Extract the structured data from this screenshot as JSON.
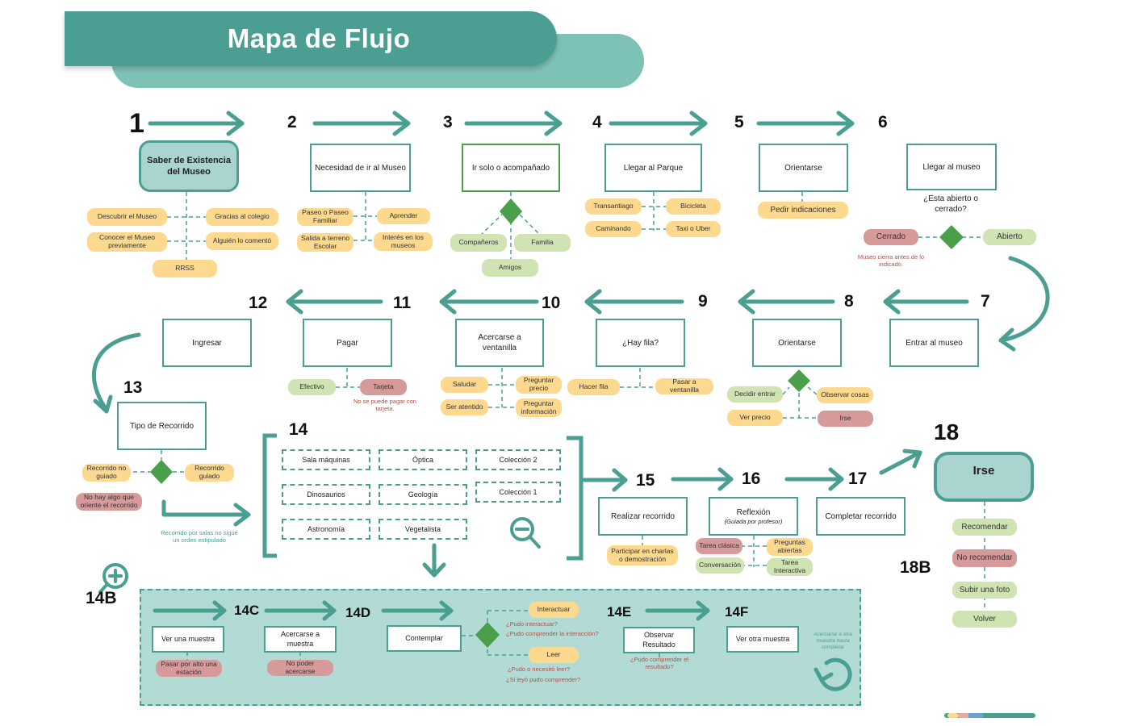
{
  "title": "Mapa de Flujo",
  "colors": {
    "teal": "#4a9f92",
    "light_teal": "#a9d4cf",
    "region": "#b3dbd6",
    "yellow": "#fcd98f",
    "green_pill": "#cfe3b3",
    "red_pill": "#d79a9a",
    "diamond": "#4aa04a"
  },
  "steps": {
    "s1": {
      "num": "1",
      "label": "Saber de Existencia del Museo"
    },
    "s2": {
      "num": "2",
      "label": "Necesidad de ir al Museo"
    },
    "s3": {
      "num": "3",
      "label": "Ir solo o acompañado"
    },
    "s4": {
      "num": "4",
      "label": "Llegar al Parque"
    },
    "s5": {
      "num": "5",
      "label": "Orientarse"
    },
    "s6": {
      "num": "6",
      "label": "Llegar al museo"
    },
    "s7": {
      "num": "7",
      "label": "Entrar al museo"
    },
    "s8": {
      "num": "8",
      "label": "Orientarse"
    },
    "s9": {
      "num": "9",
      "label": "¿Hay fila?"
    },
    "s10": {
      "num": "10",
      "label": "Acercarse a ventanilla"
    },
    "s11": {
      "num": "11",
      "label": "Pagar"
    },
    "s12": {
      "num": "12",
      "label": "Ingresar"
    },
    "s13": {
      "num": "13",
      "label": "Tipo de Recorrido"
    },
    "s14": {
      "num": "14"
    },
    "s15": {
      "num": "15",
      "label": "Realizar recorrido"
    },
    "s16": {
      "num": "16",
      "label": "Reflexión",
      "sub": "(Guiada por profesor)"
    },
    "s17": {
      "num": "17",
      "label": "Completar recorrido"
    },
    "s18": {
      "num": "18",
      "label": "Irse"
    },
    "s18b": {
      "num": "18B"
    },
    "s14b": {
      "num": "14B"
    },
    "s14c": {
      "num": "14C",
      "label": "Ver una muestra"
    },
    "s14c2": {
      "label": "Acercarse a muestra"
    },
    "s14d": {
      "num": "14D",
      "label": "Contemplar"
    },
    "s14e": {
      "num": "14E",
      "label": "Observar Resultado"
    },
    "s14f": {
      "num": "14F",
      "label": "Ver otra muestra"
    }
  },
  "pills": {
    "p1a": "Descubrir el Museo",
    "p1b": "Gracias al colegio",
    "p1c": "Conocer el Museo previamente",
    "p1d": "Alguién lo comentó",
    "p1e": "RRSS",
    "p2a": "Paseo o Paseo Familiar",
    "p2b": "Aprender",
    "p2c": "Salida a terreno Escolar",
    "p2d": "Interés en los museos",
    "p3a": "Compañeros",
    "p3b": "Familia",
    "p3c": "Amigos",
    "p4a": "Transantiago",
    "p4b": "Bicicleta",
    "p4c": "Caminando",
    "p4d": "Taxi o Uber",
    "p5a": "Pedir indicaciones",
    "p6a": "Cerrado",
    "p6b": "Abierto",
    "p8a": "Decidir entrar",
    "p8b": "Observar cosas",
    "p8c": "Ver precio",
    "p8d": "Irse",
    "p9a": "Hacer fila",
    "p9b": "Pasar a ventanilla",
    "p10a": "Saludar",
    "p10b": "Preguntar precio",
    "p10c": "Ser atentido",
    "p10d": "Preguntar información",
    "p11a": "Efectivo",
    "p11b": "Tarjeta",
    "p13a": "Recorrido no guiado",
    "p13b": "Recorrido guiado",
    "p13c": "No hay algo que oriente el recorrido",
    "p15a": "Participar en charlas o demostración",
    "p16a": "Tarea clásica",
    "p16b": "Preguntas abiertas",
    "p16c": "Conversación",
    "p16d": "Tarea Interactiva",
    "p18a": "Recomendar",
    "p18b": "No recomendar",
    "p18c": "Subir una foto",
    "p18d": "Volver",
    "p14c": "Pasar por alto una estación",
    "p14c2": "No poder acercarse",
    "p14d1": "Interactuar",
    "p14d2": "Leer"
  },
  "questions": {
    "q6": "¿Esta abierto o cerrado?",
    "n6": "Museo cierra antes de lo indicado.",
    "n11": "No se puede pagar con tarjeta.",
    "n13": "Recorrido por salas no sigue un orden estipulado",
    "q14d1": "¿Pudo interactuar?",
    "q14d2": "¿Pudo comprender la interacción?",
    "q14d3": "¿Pudo o necesitó leer?",
    "q14d4": "¿Si leyó pudo comprender?",
    "q14e": "¿Pudo comprender el resultado?",
    "n14f": "Acercarse a otra muestra hasta completar"
  },
  "rooms": [
    "Sala máquinas",
    "Óptica",
    "Colección 2",
    "Dinosaurios",
    "Geología",
    "Colección 1",
    "Astronomía",
    "Vegetalista"
  ]
}
